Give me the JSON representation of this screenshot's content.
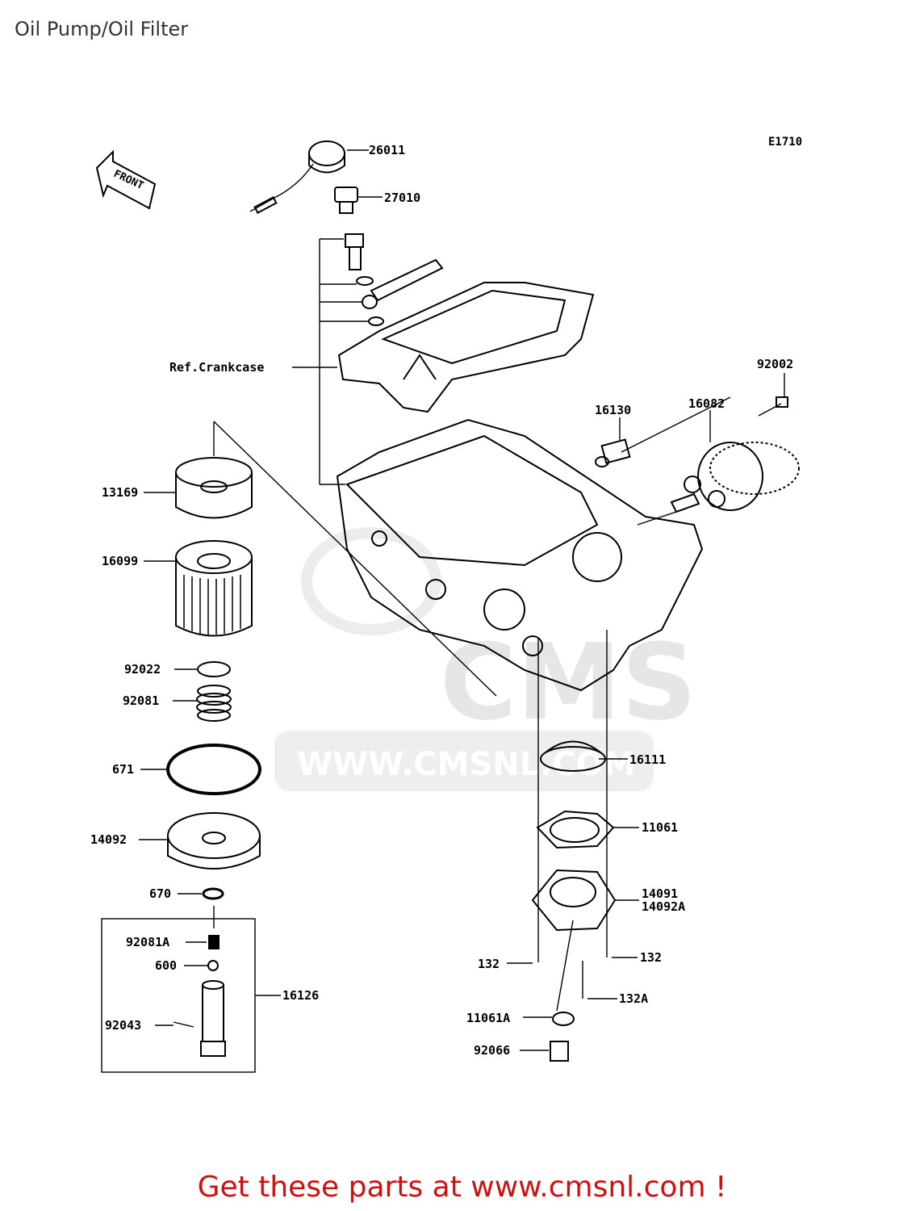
{
  "title": "Oil Pump/Oil Filter",
  "diagram_code": "E1710",
  "front_label": "FRONT",
  "ref_label": "Ref.Crankcase",
  "watermark": {
    "big": "CMS",
    "url": "WWW.CMSNL.COM"
  },
  "footer": "Get these parts at www.cmsnl.com !",
  "parts": {
    "p26011": "26011",
    "p27010": "27010",
    "p92002": "92002",
    "p16082": "16082",
    "p16130": "16130",
    "p13169": "13169",
    "p16099": "16099",
    "p92022": "92022",
    "p92081": "92081",
    "p671": "671",
    "p14092": "14092",
    "p670": "670",
    "p92081A": "92081A",
    "p600": "600",
    "p16126": "16126",
    "p92043": "92043",
    "p16111": "16111",
    "p11061": "11061",
    "p14091": "14091",
    "p14092A": "14092A",
    "p132_left": "132",
    "p132_right": "132",
    "p132A": "132A",
    "p11061A": "11061A",
    "p92066": "92066"
  }
}
